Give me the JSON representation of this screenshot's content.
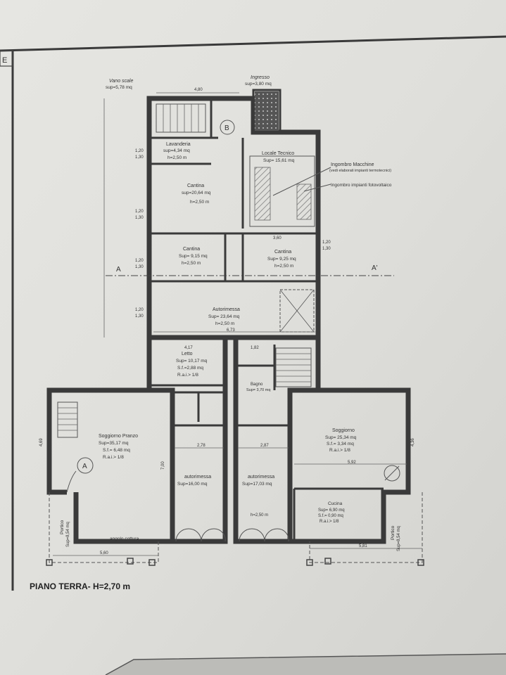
{
  "title": "PIANO TERRA- H=2,70 m",
  "frame_tag": "E",
  "section_marks": {
    "left": "A",
    "right": "A'"
  },
  "stair_labels": {
    "a": "A",
    "b": "B"
  },
  "rooms": {
    "vano_scale": {
      "name": "Vano scale",
      "area": "sup=5,78 mq"
    },
    "ingresso": {
      "name": "Ingresso",
      "area": "sup=3,80 mq"
    },
    "lavanderia": {
      "name": "Lavanderia",
      "area": "sup=4,34 mq",
      "h": "h=2,50 m"
    },
    "locale_tecnico": {
      "name": "Locale Tecnico",
      "area": "Sup= 15,61 mq"
    },
    "cantina_main": {
      "name": "Cantina",
      "area": "sup=20,64 mq",
      "h": "h=2,50 m"
    },
    "cantina_left": {
      "name": "Cantina",
      "area": "Sup= 9,15 mq",
      "h": "h=2,50 m"
    },
    "cantina_right": {
      "name": "Cantina",
      "area": "Sup= 9,25 mq",
      "h": "h=2,50 m"
    },
    "autorimessa_top": {
      "name": "Autorimessa",
      "area": "Sup= 23,64 mq",
      "h": "h=2,50 m"
    },
    "letto": {
      "name": "Letto",
      "area": "Sup= 10,17 mq",
      "sf": "S.f.=2,88 mq",
      "rai": "R.a.i.> 1/8"
    },
    "bagno": {
      "name": "Bagno",
      "area": "Sup= 3,70 mq"
    },
    "soggiorno_pranzo": {
      "name": "Soggiorno Pranzo",
      "area": "Sup=35,17 mq",
      "sf": "S.f.= 6,48 mq",
      "rai": "R.a.i.> 1/8"
    },
    "soggiorno_right": {
      "name": "Soggiorno",
      "area": "Sup= 25,34 mq",
      "sf": "S.f.= 3,34 mq",
      "rai": "R.a.i.> 1/8"
    },
    "autorimessa_left": {
      "name": "autorimessa",
      "area": "Sup=16,00 mq"
    },
    "autorimessa_right": {
      "name": "autorimessa",
      "area": "Sup=17,03 mq",
      "h": "h=2,50 m"
    },
    "cucina": {
      "name": "Cucina",
      "area": "Sup= 6,90 mq",
      "sf": "S.f.= 0,90 mq",
      "rai": "R.a.i.> 1/8"
    },
    "portico_left": {
      "name": "Portico",
      "area": "Sup=8,54 mq"
    },
    "portico_right": {
      "name": "Portico",
      "area": "Sup=8,54 mq"
    },
    "angolo_cottura": {
      "name": "angolo cottura"
    }
  },
  "notes": {
    "ingombro_macchine": "Ingombro Macchine",
    "ingombro_macchine_sub": "(vedi elaborati impianti termotecnici)",
    "ingombro_fotovoltaico": "Ingombro impianti fotovoltaico"
  },
  "dimensions": {
    "top_width": "4,80",
    "autorimessa_width": "6,73",
    "bottom_left": "5,60",
    "bottom_right": "5,81",
    "width_left_mid": "2,78",
    "width_right_mid": "2,87",
    "width_soggiorno": "5,92",
    "letto_width": "4,17",
    "bagno_width": "1,82",
    "left_height": "4,69",
    "right_height": "4,36",
    "autorimessa_h": "7,00",
    "garage_door_h": "2,50",
    "sill_a": "1,20",
    "sill_b": "1,30",
    "cantina_sep": "3,60"
  }
}
